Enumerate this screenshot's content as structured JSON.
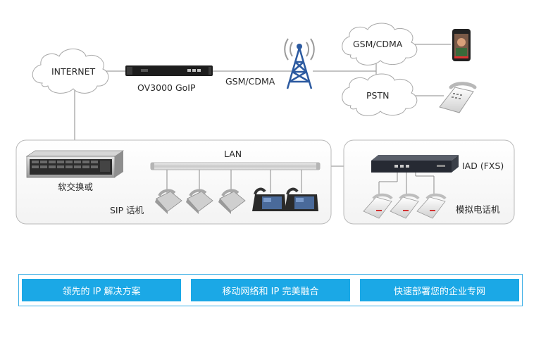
{
  "diagram": {
    "internet_label": "INTERNET",
    "gateway_label": "OV3000 GoIP",
    "gsm_link_label": "GSM/CDMA",
    "gsm_cloud_label": "GSM/CDMA",
    "pstn_cloud_label": "PSTN",
    "lan_label": "LAN",
    "softswitch_label": "软交换或",
    "sip_phones_label": "SIP 话机",
    "iad_label": "IAD (FXS)",
    "analog_phones_label": "模拟电话机"
  },
  "banner": {
    "items": [
      "领先的 IP 解决方案",
      "移动网络和 IP 完美融合",
      "快速部署您的企业专网"
    ]
  },
  "colors": {
    "accent": "#1ba8e6",
    "panel_border": "#b9b9b9",
    "cloud_stroke": "#a8a8a8",
    "tower": "#2c5aa0"
  }
}
